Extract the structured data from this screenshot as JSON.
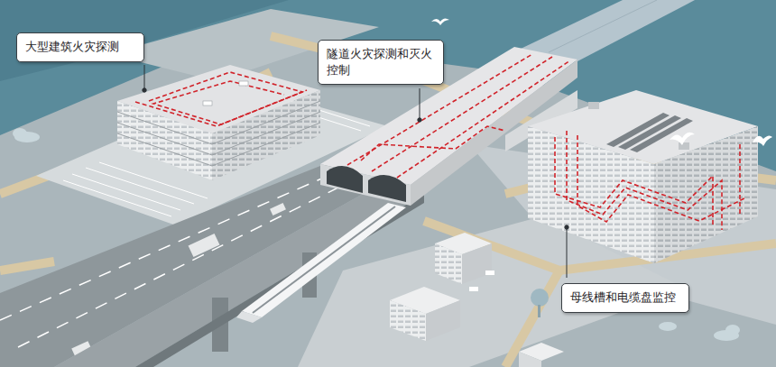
{
  "diagram": {
    "nodes": [
      {
        "text": [
          "大型建筑火灾探测"
        ]
      },
      {
        "text": [
          "隧道火灾探测和灭火 控制"
        ]
      },
      {
        "text": [
          "母线槽和电缆盘监控"
        ]
      }
    ]
  }
}
